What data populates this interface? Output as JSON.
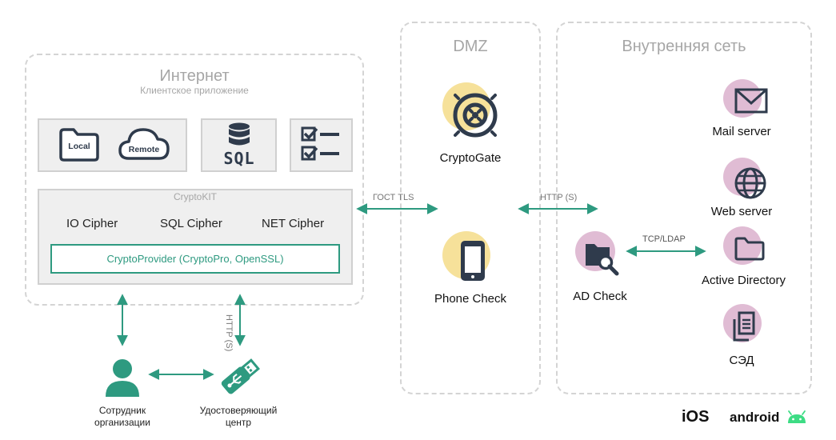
{
  "zones": {
    "internet": {
      "title": "Интернет",
      "subtitle": "Клиентское приложение"
    },
    "dmz": {
      "title": "DMZ"
    },
    "internal": {
      "title": "Внутренняя сеть"
    }
  },
  "storage": {
    "local_label": "Local",
    "remote_label": "Remote",
    "sql_label": "SQL"
  },
  "cryptokit": {
    "title": "CryptoKIT",
    "io_cipher": "IO Cipher",
    "sql_cipher": "SQL Cipher",
    "net_cipher": "NET Cipher",
    "provider": "CryptoProvider (CryptoPro, OpenSSL)"
  },
  "dmz_nodes": {
    "cryptogate": "CryptoGate",
    "phone_check": "Phone Check"
  },
  "internal_nodes": {
    "ad_check": "AD Check",
    "mail": "Mail server",
    "web": "Web server",
    "active_directory": "Active Directory",
    "sed": "СЭД"
  },
  "protocols": {
    "gost_tls": "ГОСТ TLS",
    "http_dmz": "HTTP (S)",
    "tcp_ldap": "TCP/LDAP",
    "http_ca": "HTTP (S)"
  },
  "bottom": {
    "employee_line1": "Сотрудник",
    "employee_line2": "организации",
    "ca_line1": "Удостоверяющий",
    "ca_line2": "центр"
  },
  "platforms": {
    "ios": "iOS",
    "android": "android"
  },
  "colors": {
    "accent_green": "#2e9a80",
    "pink": "#e0bcd4",
    "yellow": "#f6e19a",
    "dark": "#2f3b4c"
  }
}
